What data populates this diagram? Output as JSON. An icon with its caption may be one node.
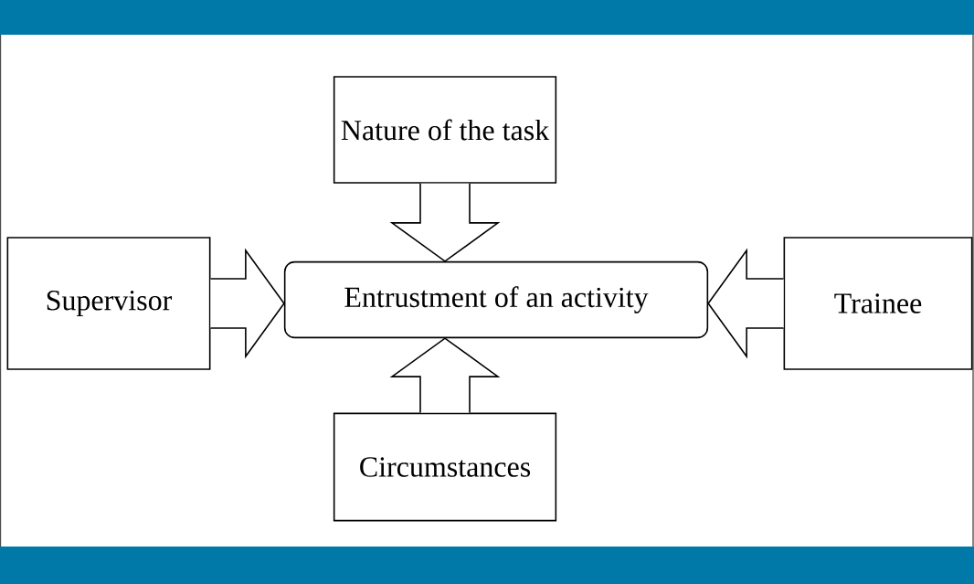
{
  "diagram": {
    "nodes": [
      {
        "text": [
          "Nature of the task"
        ]
      },
      {
        "text": [
          "Supervisor"
        ]
      },
      {
        "text": [
          "Entrustment of an activity"
        ]
      },
      {
        "text": [
          "Trainee"
        ]
      },
      {
        "text": [
          "Circumstances"
        ]
      }
    ],
    "edges": [
      {
        "from": 0,
        "to": 2,
        "arrow": "to"
      },
      {
        "from": 1,
        "to": 2,
        "arrow": "to"
      },
      {
        "from": 3,
        "to": 2,
        "arrow": "to"
      },
      {
        "from": 4,
        "to": 2,
        "arrow": "to"
      }
    ]
  }
}
